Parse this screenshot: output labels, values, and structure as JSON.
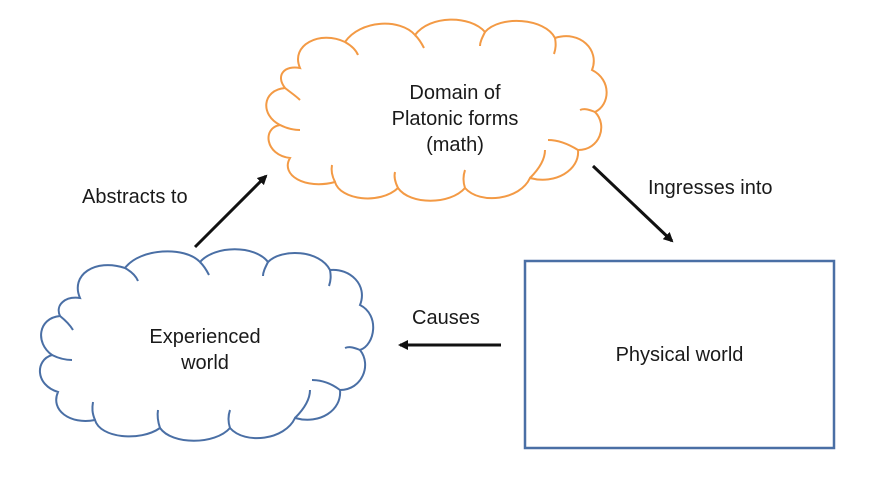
{
  "diagram": {
    "nodes": [
      {
        "id": "platonic",
        "shape": "cloud",
        "lines": [
          "Domain of",
          "Platonic forms",
          "(math)"
        ],
        "stroke": "#f39a45"
      },
      {
        "id": "experienced",
        "shape": "cloud",
        "lines": [
          "Experienced",
          "world"
        ],
        "stroke": "#4a6fa5"
      },
      {
        "id": "physical",
        "shape": "rectangle",
        "lines": [
          "Physical world"
        ],
        "stroke": "#4a6fa5"
      }
    ],
    "edges": [
      {
        "from": "experienced",
        "to": "platonic",
        "label": "Abstracts to"
      },
      {
        "from": "platonic",
        "to": "physical",
        "label": "Ingresses into"
      },
      {
        "from": "physical",
        "to": "experienced",
        "label": "Causes"
      }
    ],
    "colors": {
      "arrow": "#111111",
      "text": "#1a1a1a",
      "background": "#ffffff"
    }
  }
}
